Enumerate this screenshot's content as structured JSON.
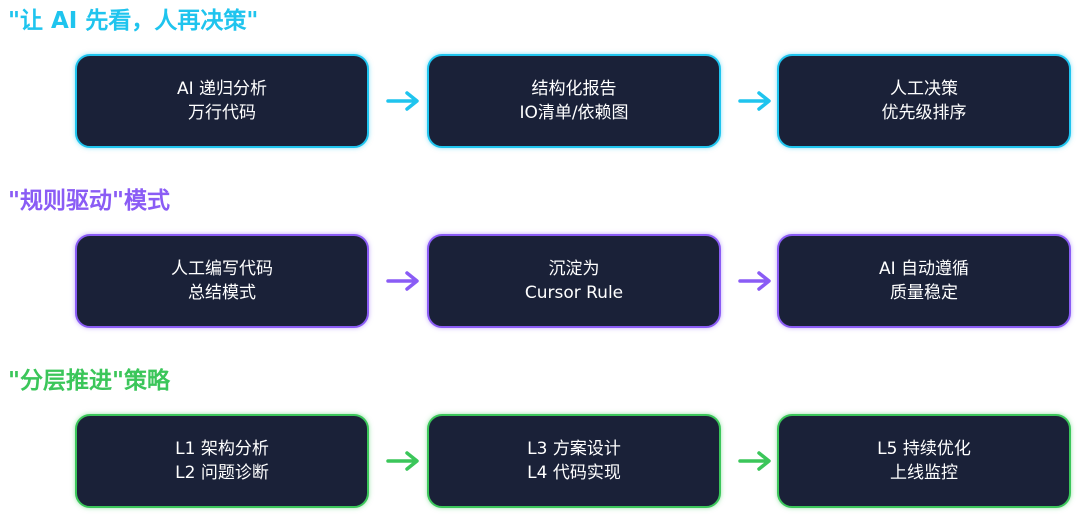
{
  "colors": {
    "cyan": "#1fc4ee",
    "purple": "#8a5cf5",
    "green": "#3bc65a",
    "box_fill": "#1a2138",
    "box_text": "#ffffff"
  },
  "sections": [
    {
      "title": "\"让 AI 先看，人再决策\"",
      "boxes": [
        {
          "line1": "AI 递归分析",
          "line2": "万行代码"
        },
        {
          "line1": "结构化报告",
          "line2": "IO清单/依赖图"
        },
        {
          "line1": "人工决策",
          "line2": "优先级排序"
        }
      ]
    },
    {
      "title": "\"规则驱动\"模式",
      "boxes": [
        {
          "line1": "人工编写代码",
          "line2": "总结模式"
        },
        {
          "line1": "沉淀为",
          "line2": "Cursor Rule"
        },
        {
          "line1": "AI 自动遵循",
          "line2": "质量稳定"
        }
      ]
    },
    {
      "title": "\"分层推进\"策略",
      "boxes": [
        {
          "line1": "L1 架构分析",
          "line2": "L2 问题诊断"
        },
        {
          "line1": "L3 方案设计",
          "line2": "L4 代码实现"
        },
        {
          "line1": "L5 持续优化",
          "line2": "上线监控"
        }
      ]
    }
  ]
}
